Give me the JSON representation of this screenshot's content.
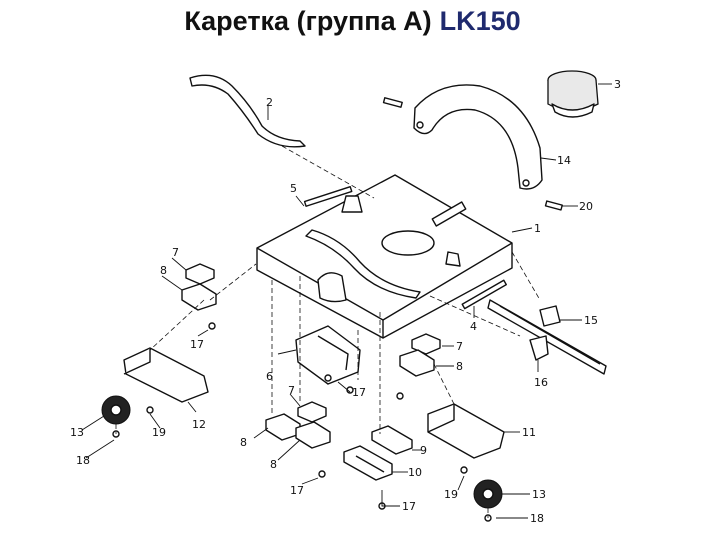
{
  "title": {
    "text": "Каретка (группа А)",
    "model": "LK150"
  },
  "callouts": [
    "1",
    "2",
    "3",
    "4",
    "5",
    "6",
    "7",
    "8",
    "9",
    "10",
    "11",
    "12",
    "13",
    "14",
    "15",
    "16",
    "17",
    "18",
    "19",
    "20"
  ]
}
